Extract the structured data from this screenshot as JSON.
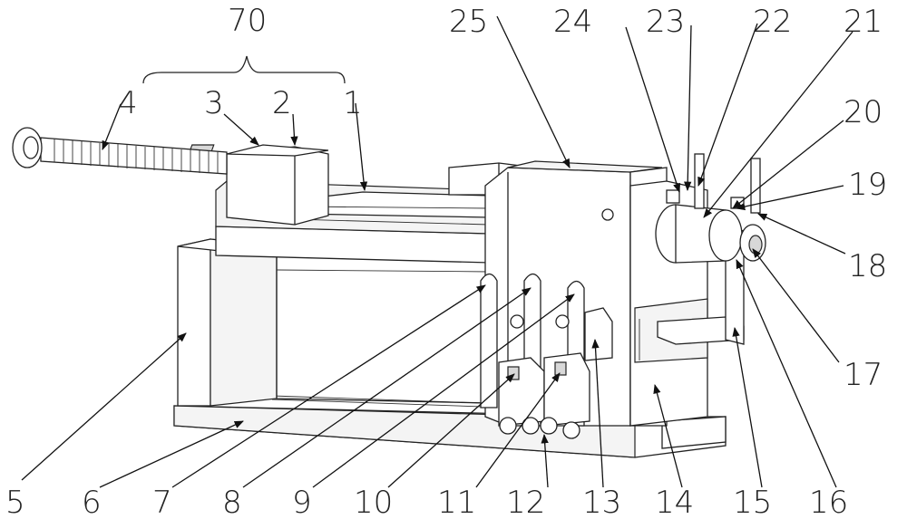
{
  "diagram": {
    "group_label": "70",
    "callouts": [
      "1",
      "2",
      "3",
      "4",
      "5",
      "6",
      "7",
      "8",
      "9",
      "10",
      "11",
      "12",
      "13",
      "14",
      "15",
      "16",
      "17",
      "18",
      "19",
      "20",
      "21",
      "22",
      "23",
      "24",
      "25"
    ]
  }
}
